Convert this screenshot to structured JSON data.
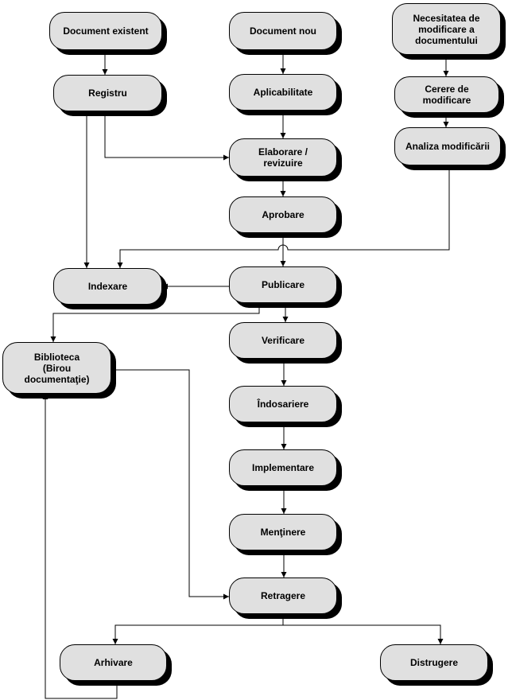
{
  "diagram": {
    "nodes": {
      "document_existent": "Document existent",
      "document_nou": "Document nou",
      "necesitatea": "Necesitatea de\nmodificare a\ndocumentului",
      "registru": "Registru",
      "aplicabilitate": "Aplicabilitate",
      "cerere": "Cerere de\nmodificare",
      "analiza": "Analiza modificării",
      "elaborare": "Elaborare /\nrevizuire",
      "aprobare": "Aprobare",
      "indexare": "Indexare",
      "publicare": "Publicare",
      "biblioteca": "Biblioteca\n(Birou\ndocumentaţie)",
      "verificare": "Verificare",
      "indosariere": "Îndosariere",
      "implementare": "Implementare",
      "mentinere": "Menţinere",
      "retragere": "Retragere",
      "arhivare": "Arhivare",
      "distrugere": "Distrugere"
    },
    "edges": [
      {
        "from": "document_existent",
        "to": "registru"
      },
      {
        "from": "document_nou",
        "to": "aplicabilitate"
      },
      {
        "from": "necesitatea",
        "to": "cerere"
      },
      {
        "from": "cerere",
        "to": "analiza"
      },
      {
        "from": "registru",
        "to": "indexare"
      },
      {
        "from": "registru",
        "to": "elaborare"
      },
      {
        "from": "aplicabilitate",
        "to": "elaborare"
      },
      {
        "from": "elaborare",
        "to": "aprobare"
      },
      {
        "from": "aprobare",
        "to": "publicare"
      },
      {
        "from": "analiza",
        "to": "indexare"
      },
      {
        "from": "publicare",
        "to": "indexare"
      },
      {
        "from": "publicare",
        "to": "biblioteca"
      },
      {
        "from": "publicare",
        "to": "verificare"
      },
      {
        "from": "verificare",
        "to": "indosariere"
      },
      {
        "from": "indosariere",
        "to": "implementare"
      },
      {
        "from": "implementare",
        "to": "mentinere"
      },
      {
        "from": "mentinere",
        "to": "retragere"
      },
      {
        "from": "biblioteca",
        "to": "retragere"
      },
      {
        "from": "retragere",
        "to": "arhivare"
      },
      {
        "from": "retragere",
        "to": "distrugere"
      },
      {
        "from": "arhivare",
        "to": "biblioteca"
      }
    ]
  }
}
